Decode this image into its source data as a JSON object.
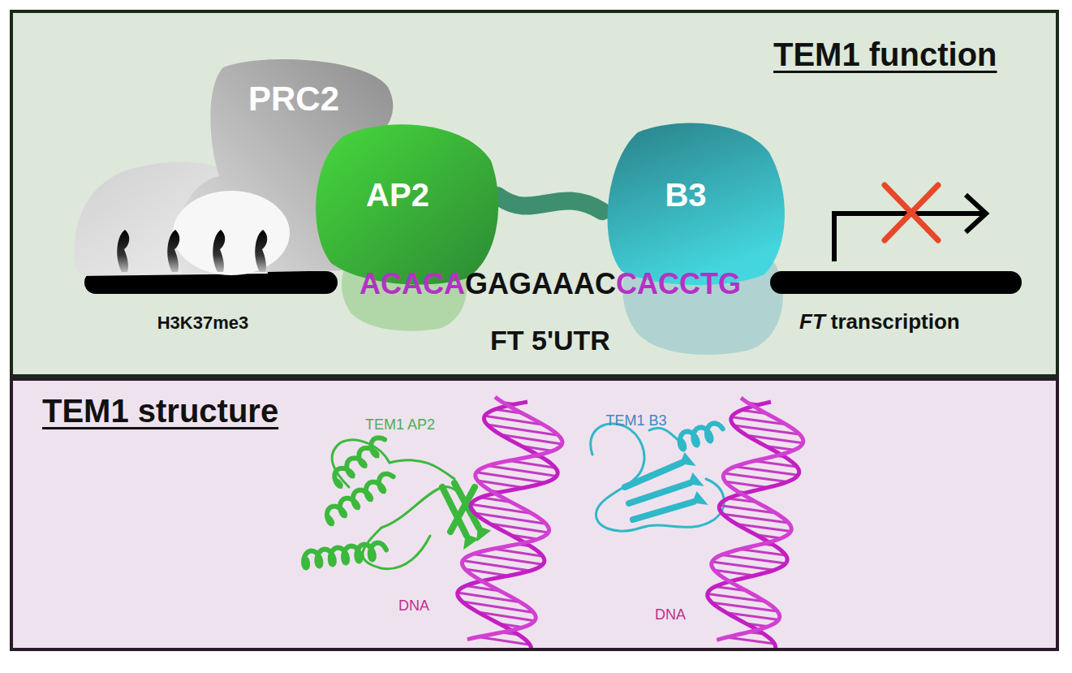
{
  "diagram": {
    "nodes": [
      {
        "text": [
          "TEM1 function"
        ]
      },
      {
        "text": [
          "PRC2"
        ],
        "in": 0
      },
      {
        "text": [
          "AP2"
        ],
        "in": 0
      },
      {
        "text": [
          "B3"
        ],
        "in": 0
      },
      {
        "text": [
          "TEM1 structure"
        ]
      }
    ],
    "edges": [
      {
        "from": 2,
        "to": 3,
        "arrow": "none"
      }
    ],
    "labels": [
      "ACACA",
      "GAGAAAC",
      "CACCTG",
      "H3K37me3",
      "FT 5'UTR",
      "FT",
      "transcription",
      "TEM1 AP2",
      "DNA",
      "TEM1 B3",
      "DNA"
    ]
  }
}
